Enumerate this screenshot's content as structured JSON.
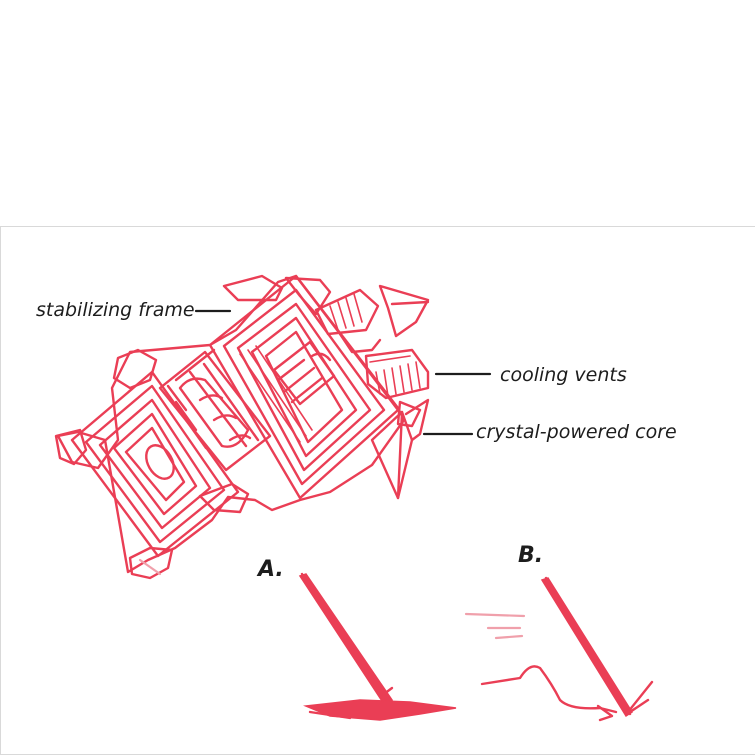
{
  "labels": {
    "frame": "stabilizing frame",
    "vents": "cooling vents",
    "core": "crystal-powered core"
  },
  "panels": {
    "a": "A.",
    "b": "B."
  },
  "colors": {
    "ink": "#ea3e55",
    "text": "#1d1d1d",
    "border": "#d9d9d9"
  }
}
